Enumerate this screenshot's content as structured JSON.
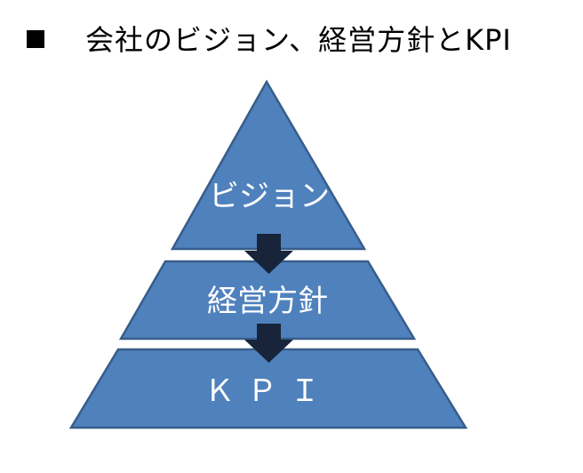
{
  "title": {
    "bullet": "■",
    "text": "会社のビジョン、経営方針とKPI"
  },
  "pyramid": {
    "layers": [
      {
        "label": "ビジョン"
      },
      {
        "label": "経営方針"
      },
      {
        "label": "ＫＰＩ"
      }
    ],
    "colors": {
      "fill": "#4F81BD",
      "stroke": "#385D8A",
      "arrow": "#17243A",
      "text": "#FFFFFF"
    }
  }
}
